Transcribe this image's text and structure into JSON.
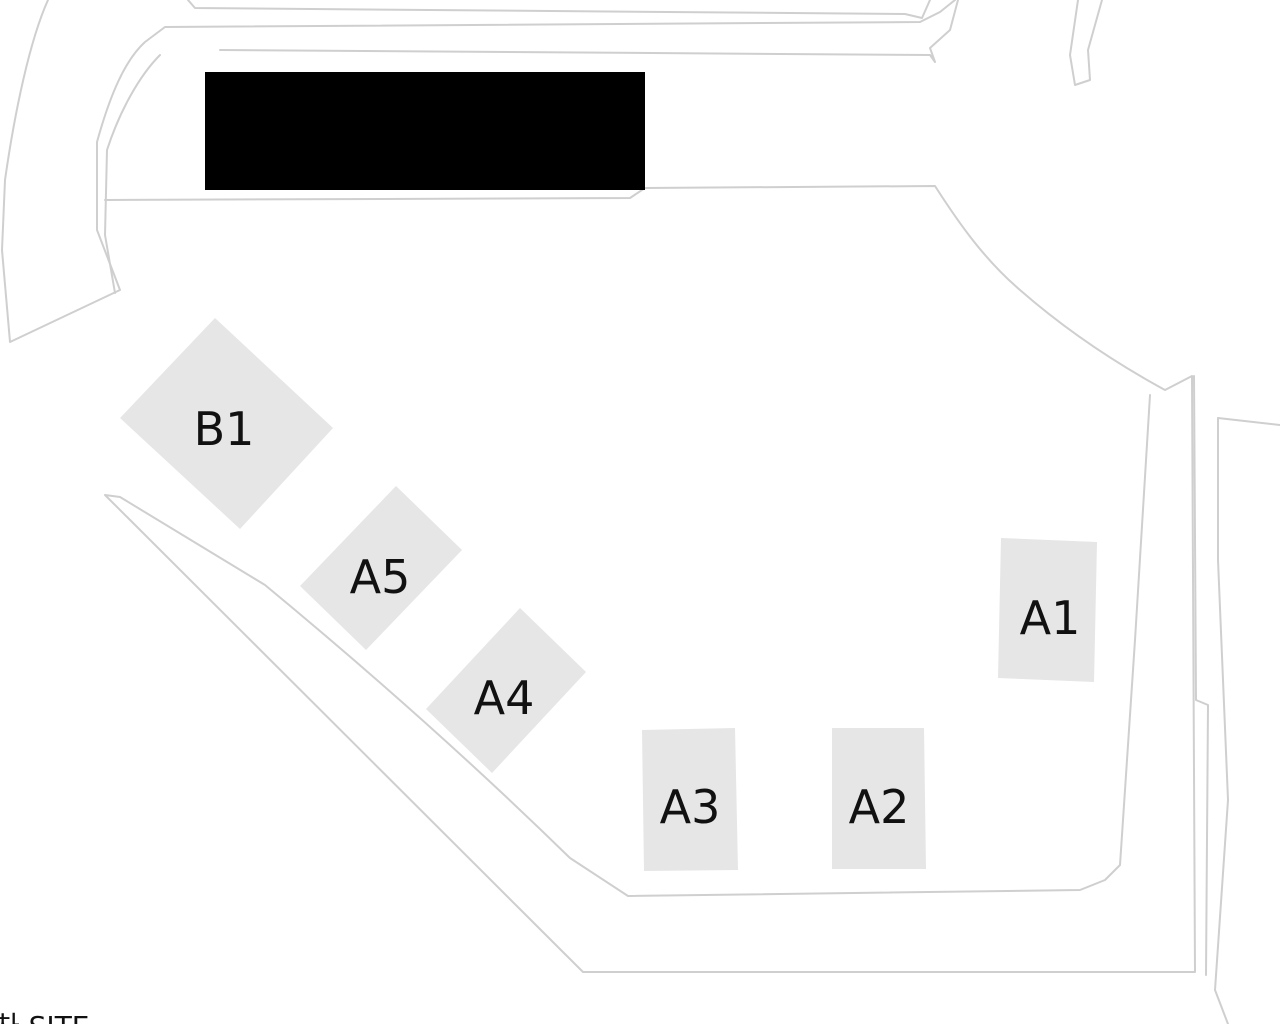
{
  "colors": {
    "background": "#ffffff",
    "site_fill": "#e6e6e6",
    "outline": "#cfcfcf",
    "building": "#000000",
    "label": "#111111"
  },
  "sites": [
    {
      "id": "A1",
      "label": "A1"
    },
    {
      "id": "A2",
      "label": "A2"
    },
    {
      "id": "A3",
      "label": "A3"
    },
    {
      "id": "A4",
      "label": "A4"
    },
    {
      "id": "A5",
      "label": "A5"
    },
    {
      "id": "B1",
      "label": "B1"
    }
  ],
  "caption": "차 SITE"
}
